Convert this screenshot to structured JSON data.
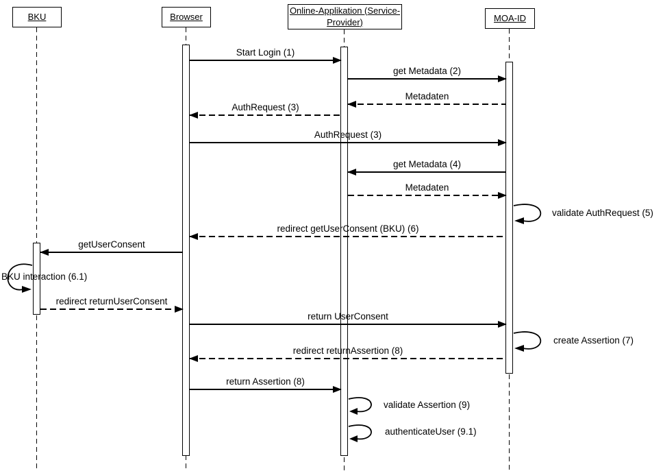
{
  "colors": {
    "ink": "#000000",
    "background": "#ffffff"
  },
  "lifelines": [
    {
      "label": "BKU"
    },
    {
      "label": "Browser"
    },
    {
      "label": "Online-Applikation (Service-\nProvider)"
    },
    {
      "label": "MOA-ID"
    }
  ],
  "messages": [
    {
      "label": "Start Login (1)",
      "from": "Browser",
      "to": "Online-Applikation",
      "line": "solid"
    },
    {
      "label": "get Metadata (2)",
      "from": "Online-Applikation",
      "to": "MOA-ID",
      "line": "solid"
    },
    {
      "label": "Metadaten",
      "from": "MOA-ID",
      "to": "Online-Applikation",
      "line": "dashed"
    },
    {
      "label": "AuthRequest (3)",
      "from": "Online-Applikation",
      "to": "Browser",
      "line": "dashed"
    },
    {
      "label": "AuthRequest (3)",
      "from": "Browser",
      "to": "MOA-ID",
      "line": "solid"
    },
    {
      "label": "get Metadata (4)",
      "from": "MOA-ID",
      "to": "Online-Applikation",
      "line": "solid"
    },
    {
      "label": "Metadaten",
      "from": "Online-Applikation",
      "to": "MOA-ID",
      "line": "dashed"
    },
    {
      "label": "redirect getUserConsent (BKU) (6)",
      "from": "MOA-ID",
      "to": "Browser",
      "line": "dashed"
    },
    {
      "label": "getUserConsent",
      "from": "Browser",
      "to": "BKU",
      "line": "solid"
    },
    {
      "label": "redirect returnUserConsent",
      "from": "BKU",
      "to": "Browser",
      "line": "dashed"
    },
    {
      "label": "return UserConsent",
      "from": "Browser",
      "to": "MOA-ID",
      "line": "solid"
    },
    {
      "label": "redirect returnAssertion (8)",
      "from": "MOA-ID",
      "to": "Browser",
      "line": "dashed"
    },
    {
      "label": "return Assertion (8)",
      "from": "Browser",
      "to": "Online-Applikation",
      "line": "solid"
    }
  ],
  "self_messages": [
    {
      "label": "validate AuthRequest (5)",
      "lifeline": "MOA-ID"
    },
    {
      "label": "BKU interaction (6.1)",
      "lifeline": "BKU"
    },
    {
      "label": "create Assertion (7)",
      "lifeline": "MOA-ID"
    },
    {
      "label": "validate Assertion (9)",
      "lifeline": "Online-Applikation"
    },
    {
      "label": "authenticateUser (9.1)",
      "lifeline": "Online-Applikation"
    }
  ]
}
